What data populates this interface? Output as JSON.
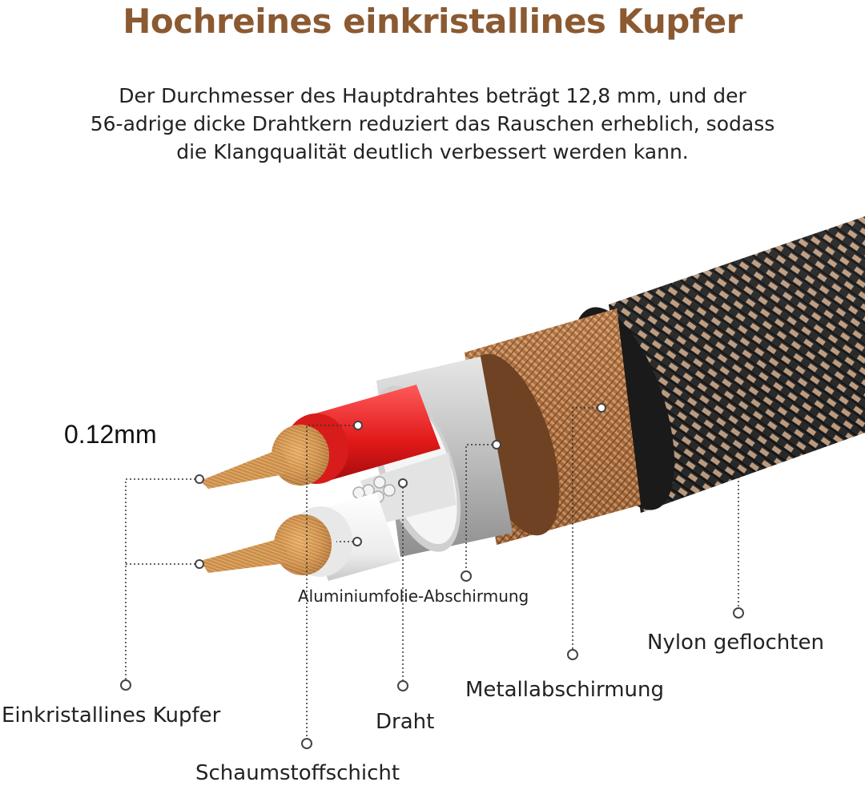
{
  "heading": {
    "title": "Hochreines einkristallines Kupfer",
    "title_color": "#8b5a32"
  },
  "description": {
    "lines": [
      "Der Durchmesser des Hauptdrahtes beträgt 12,8 mm, und der",
      "56-adrige dicke Drahtkern reduziert das Rauschen erheblich, sodass",
      "die Klangqualität deutlich verbessert werden kann."
    ]
  },
  "diagram": {
    "core_size": "0.12mm",
    "labels": {
      "einkristallines_kupfer": "Einkristallines Kupfer",
      "schaumstoffschicht": "Schaumstoffschicht",
      "draht": "Draht",
      "aluminiumfolie": "Aluminiumfolie-Abschirmung",
      "metallabschirmung": "Metallabschirmung",
      "nylon": "Nylon geflochten"
    },
    "colors": {
      "copper": "#c98b4a",
      "red_insulation": "#e02020",
      "white_insulation": "#f0f0f0",
      "aluminium": "#b8b8b8",
      "braid": "#a86a3c",
      "nylon": "#2a2a2a"
    }
  }
}
